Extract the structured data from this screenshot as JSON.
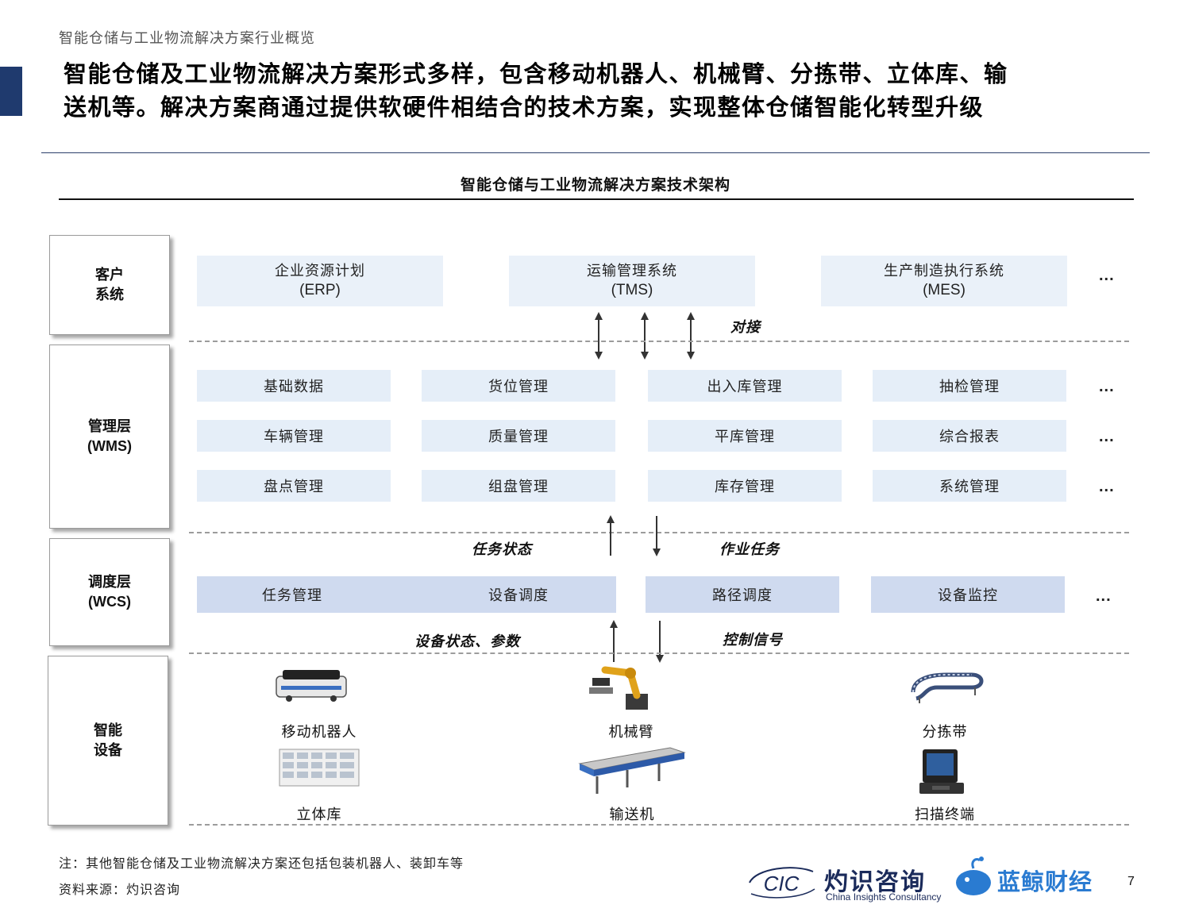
{
  "header": {
    "breadcrumb": "智能仓储与工业物流解决方案行业概览",
    "headline_line1": "智能仓储及工业物流解决方案形式多样，包含移动机器人、机械臂、分拣带、立体库、输",
    "headline_line2": "送机等。解决方案商通过提供软硬件相结合的技术方案，实现整体仓储智能化转型升级"
  },
  "diagram": {
    "title": "智能仓储与工业物流解决方案技术架构",
    "ellipsis": "...",
    "layers": {
      "customer": {
        "label_line1": "客户",
        "label_line2": "系统",
        "systems": [
          {
            "name": "企业资源计划",
            "abbr": "(ERP)"
          },
          {
            "name": "运输管理系统",
            "abbr": "(TMS)"
          },
          {
            "name": "生产制造执行系统",
            "abbr": "(MES)"
          }
        ]
      },
      "wms": {
        "label_line1": "管理层",
        "label_line2": "(WMS)",
        "rows": [
          [
            "基础数据",
            "货位管理",
            "出入库管理",
            "抽检管理"
          ],
          [
            "车辆管理",
            "质量管理",
            "平库管理",
            "综合报表"
          ],
          [
            "盘点管理",
            "组盘管理",
            "库存管理",
            "系统管理"
          ]
        ]
      },
      "wcs": {
        "label_line1": "调度层",
        "label_line2": "(WCS)",
        "items": [
          "任务管理",
          "设备调度",
          "路径调度",
          "设备监控"
        ]
      },
      "devices": {
        "label_line1": "智能",
        "label_line2": "设备",
        "items": [
          "移动机器人",
          "机械臂",
          "分拣带",
          "立体库",
          "输送机",
          "扫描终端"
        ]
      }
    },
    "flows": {
      "dock": "对接",
      "task_status": "任务状态",
      "work_task": "作业任务",
      "device_status": "设备状态、参数",
      "control_signal": "控制信号"
    }
  },
  "footer": {
    "note": "注：其他智能仓储及工业物流解决方案还包括包装机器人、装卸车等",
    "source": "资料来源：灼识咨询",
    "logo_cic_text": "CIC",
    "logo_cn": "灼识咨询",
    "logo_en": "China Insights Consultancy",
    "logo_partner": "蓝鲸财经",
    "page_number": "7"
  },
  "colors": {
    "accent": "#1f3a6e",
    "box_light": "#e5eef8",
    "box_strong": "#cfdaef",
    "partner_blue": "#2a7bd1"
  }
}
